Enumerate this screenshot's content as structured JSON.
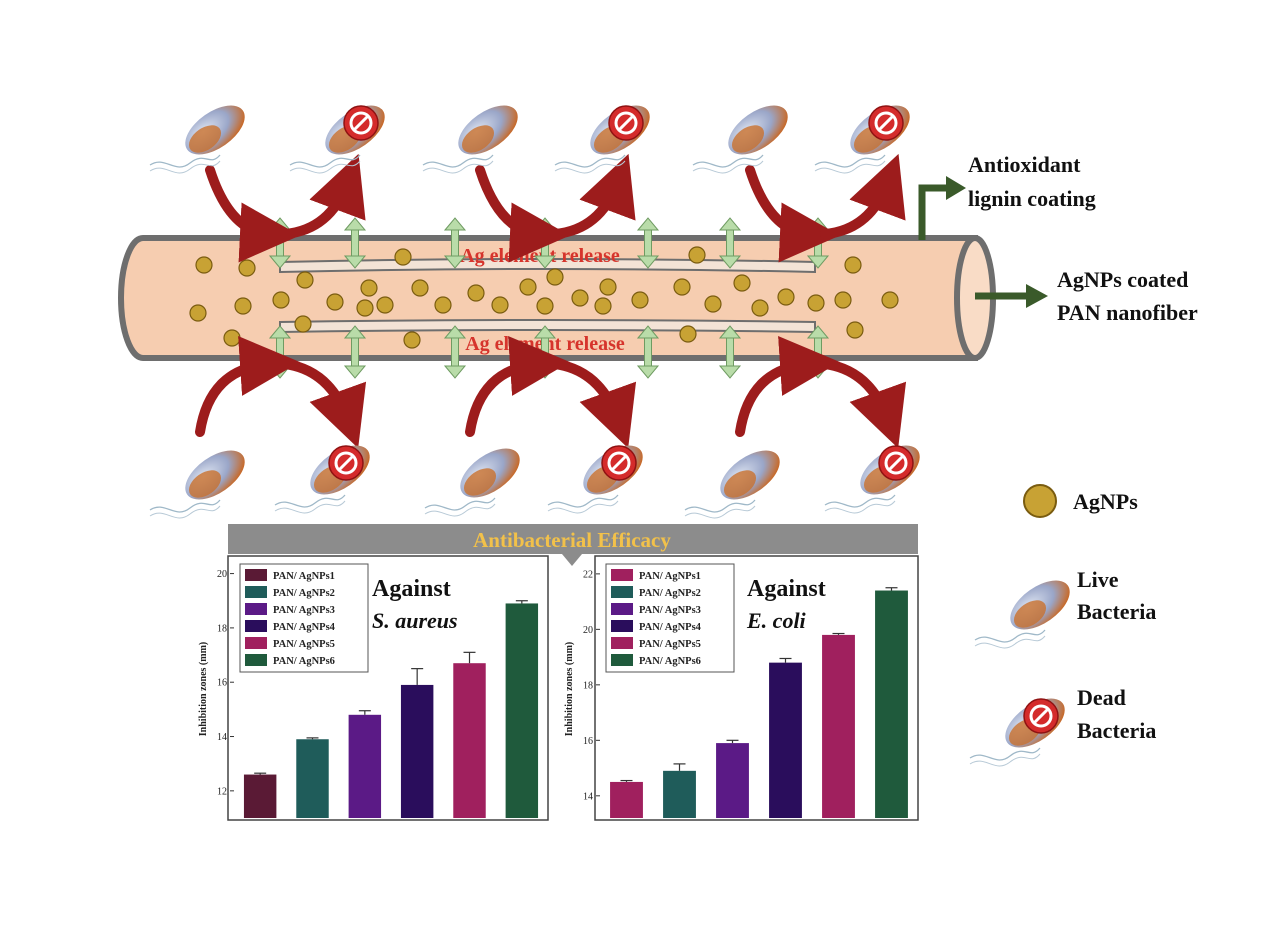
{
  "labels": {
    "coating": [
      "Antioxidant",
      "lignin coating"
    ],
    "fiber": [
      "AgNPs coated",
      "PAN nanofiber"
    ],
    "release_top": "Ag element release",
    "release_bottom": "Ag element release",
    "banner": "Antibacterial Efficacy"
  },
  "legend": {
    "agnps": "AgNPs",
    "live": [
      "Live",
      "Bacteria"
    ],
    "dead": [
      "Dead",
      "Bacteria"
    ]
  },
  "colors": {
    "fiber_fill": "#f6cdb0",
    "fiber_stroke": "#6e6e6e",
    "nanoparticle": "#c8a234",
    "release_arrow": "#b9dca9",
    "bacteria_arrow": "#9d1c1c",
    "pointer_arrow": "#3a5a2a",
    "banner_bg": "#8c8c8c",
    "banner_text": "#f2c14a"
  },
  "chart_data": [
    {
      "type": "bar",
      "title_line1": "Against",
      "title_line2": "S. aureus",
      "xlabel": "",
      "ylabel": "Inhibition zones (mm)",
      "ylim": [
        11,
        20.5
      ],
      "yticks": [
        "12",
        "14",
        "16",
        "18",
        "20"
      ],
      "categories": [
        "PAN/ AgNPs1",
        "PAN/ AgNPs2",
        "PAN/ AgNPs3",
        "PAN/ AgNPs4",
        "PAN/ AgNPs5",
        "PAN/ AgNPs6"
      ],
      "values": [
        12.6,
        13.9,
        14.8,
        15.9,
        16.7,
        18.9
      ],
      "errors": [
        0.05,
        0.05,
        0.15,
        0.6,
        0.4,
        0.1
      ],
      "colors": [
        "#5a1a35",
        "#1f5c5a",
        "#5b1a86",
        "#2a0d5c",
        "#a0205e",
        "#1f5a3c"
      ],
      "legend": "top-left"
    },
    {
      "type": "bar",
      "title_line1": "Against",
      "title_line2": "E. coli",
      "xlabel": "",
      "ylabel": "Inhibition zones (mm)",
      "ylim": [
        13.2,
        22.5
      ],
      "yticks": [
        "14",
        "16",
        "18",
        "20",
        "22"
      ],
      "categories": [
        "PAN/ AgNPs1",
        "PAN/ AgNPs2",
        "PAN/ AgNPs3",
        "PAN/ AgNPs4",
        "PAN/ AgNPs5",
        "PAN/ AgNPs6"
      ],
      "values": [
        14.5,
        14.9,
        15.9,
        18.8,
        19.8,
        21.4
      ],
      "errors": [
        0.05,
        0.25,
        0.1,
        0.15,
        0.05,
        0.1
      ],
      "colors": [
        "#a0205e",
        "#1f5c5a",
        "#5b1a86",
        "#2a0d5c",
        "#a0205e",
        "#1f5a3c"
      ],
      "legend": "top-left"
    }
  ]
}
